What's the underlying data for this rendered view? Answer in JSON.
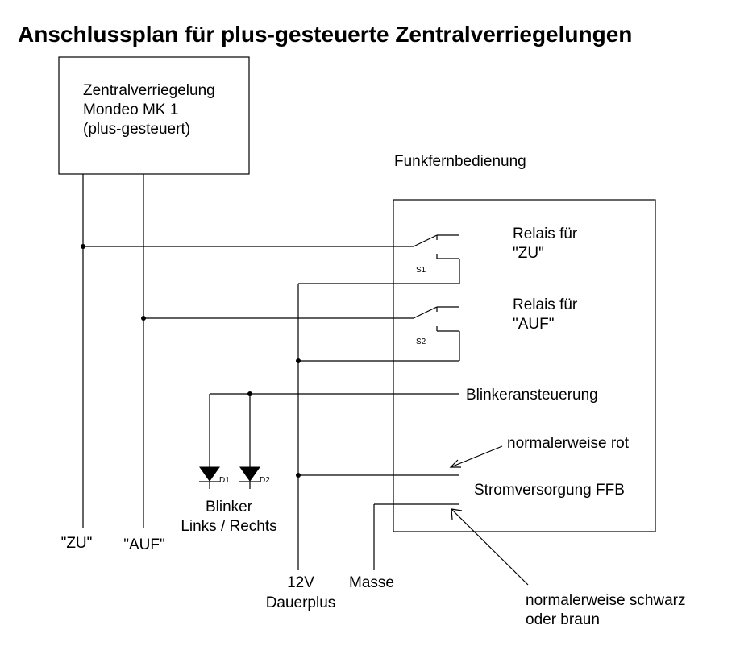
{
  "title": "Anschlussplan für plus-gesteuerte Zentralverriegelungen",
  "central_locking": {
    "line1": "Zentralverriegelung",
    "line2": "Mondeo MK 1",
    "line3": "(plus-gesteuert)"
  },
  "remote": {
    "label": "Funkfernbedienung",
    "relay_zu_line1": "Relais für",
    "relay_zu_line2": "\"ZU\"",
    "relay_auf_line1": "Relais für",
    "relay_auf_line2": "\"AUF\"",
    "s1": "S1",
    "s2": "S2",
    "blinker_control": "Blinkeransteuerung",
    "power_supply": "Stromversorgung FFB"
  },
  "notes": {
    "red": "normalerweise rot",
    "black_line1": "normalerweise schwarz",
    "black_line2": "oder braun"
  },
  "diodes": {
    "d1": "D1",
    "d2": "D2",
    "label_line1": "Blinker",
    "label_line2": "Links / Rechts"
  },
  "terminals": {
    "zu": "\"ZU\"",
    "auf": "\"AUF\"",
    "v12_line1": "12V",
    "v12_line2": "Dauerplus",
    "ground": "Masse"
  }
}
